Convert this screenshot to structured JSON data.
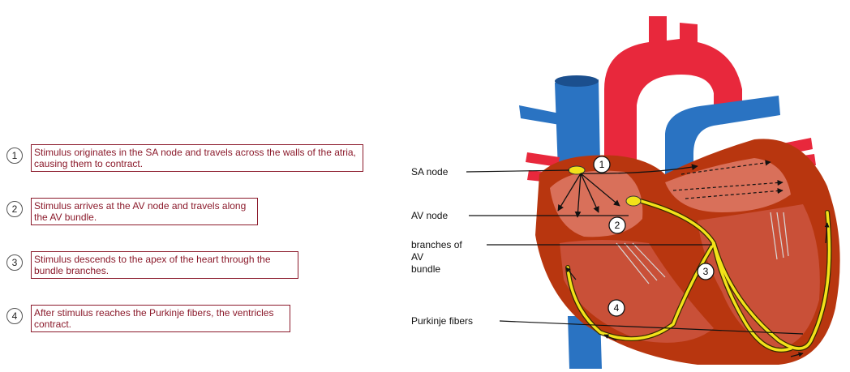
{
  "steps": [
    {
      "num": "1",
      "text": "Stimulus originates in the SA node and travels across the walls of the atria, causing them to contract."
    },
    {
      "num": "2",
      "text": "Stimulus arrives at the AV node and travels along the AV bundle."
    },
    {
      "num": "3",
      "text": "Stimulus descends to the apex of the heart through the bundle branches."
    },
    {
      "num": "4",
      "text": "After stimulus reaches the Purkinje fibers, the ventricles contract."
    }
  ],
  "labels": {
    "sa_node": "SA node",
    "av_node": "AV node",
    "branches_1": "branches of",
    "branches_2": "AV",
    "branches_3": "bundle",
    "purkinje": "Purkinje fibers"
  },
  "markers": [
    "1",
    "2",
    "3",
    "4"
  ],
  "colors": {
    "aorta": "#e8283c",
    "vein": "#2a73c2",
    "myocardium": "#b8360f",
    "conduction": "#f2e21a",
    "box_border": "#8b1a2b"
  }
}
